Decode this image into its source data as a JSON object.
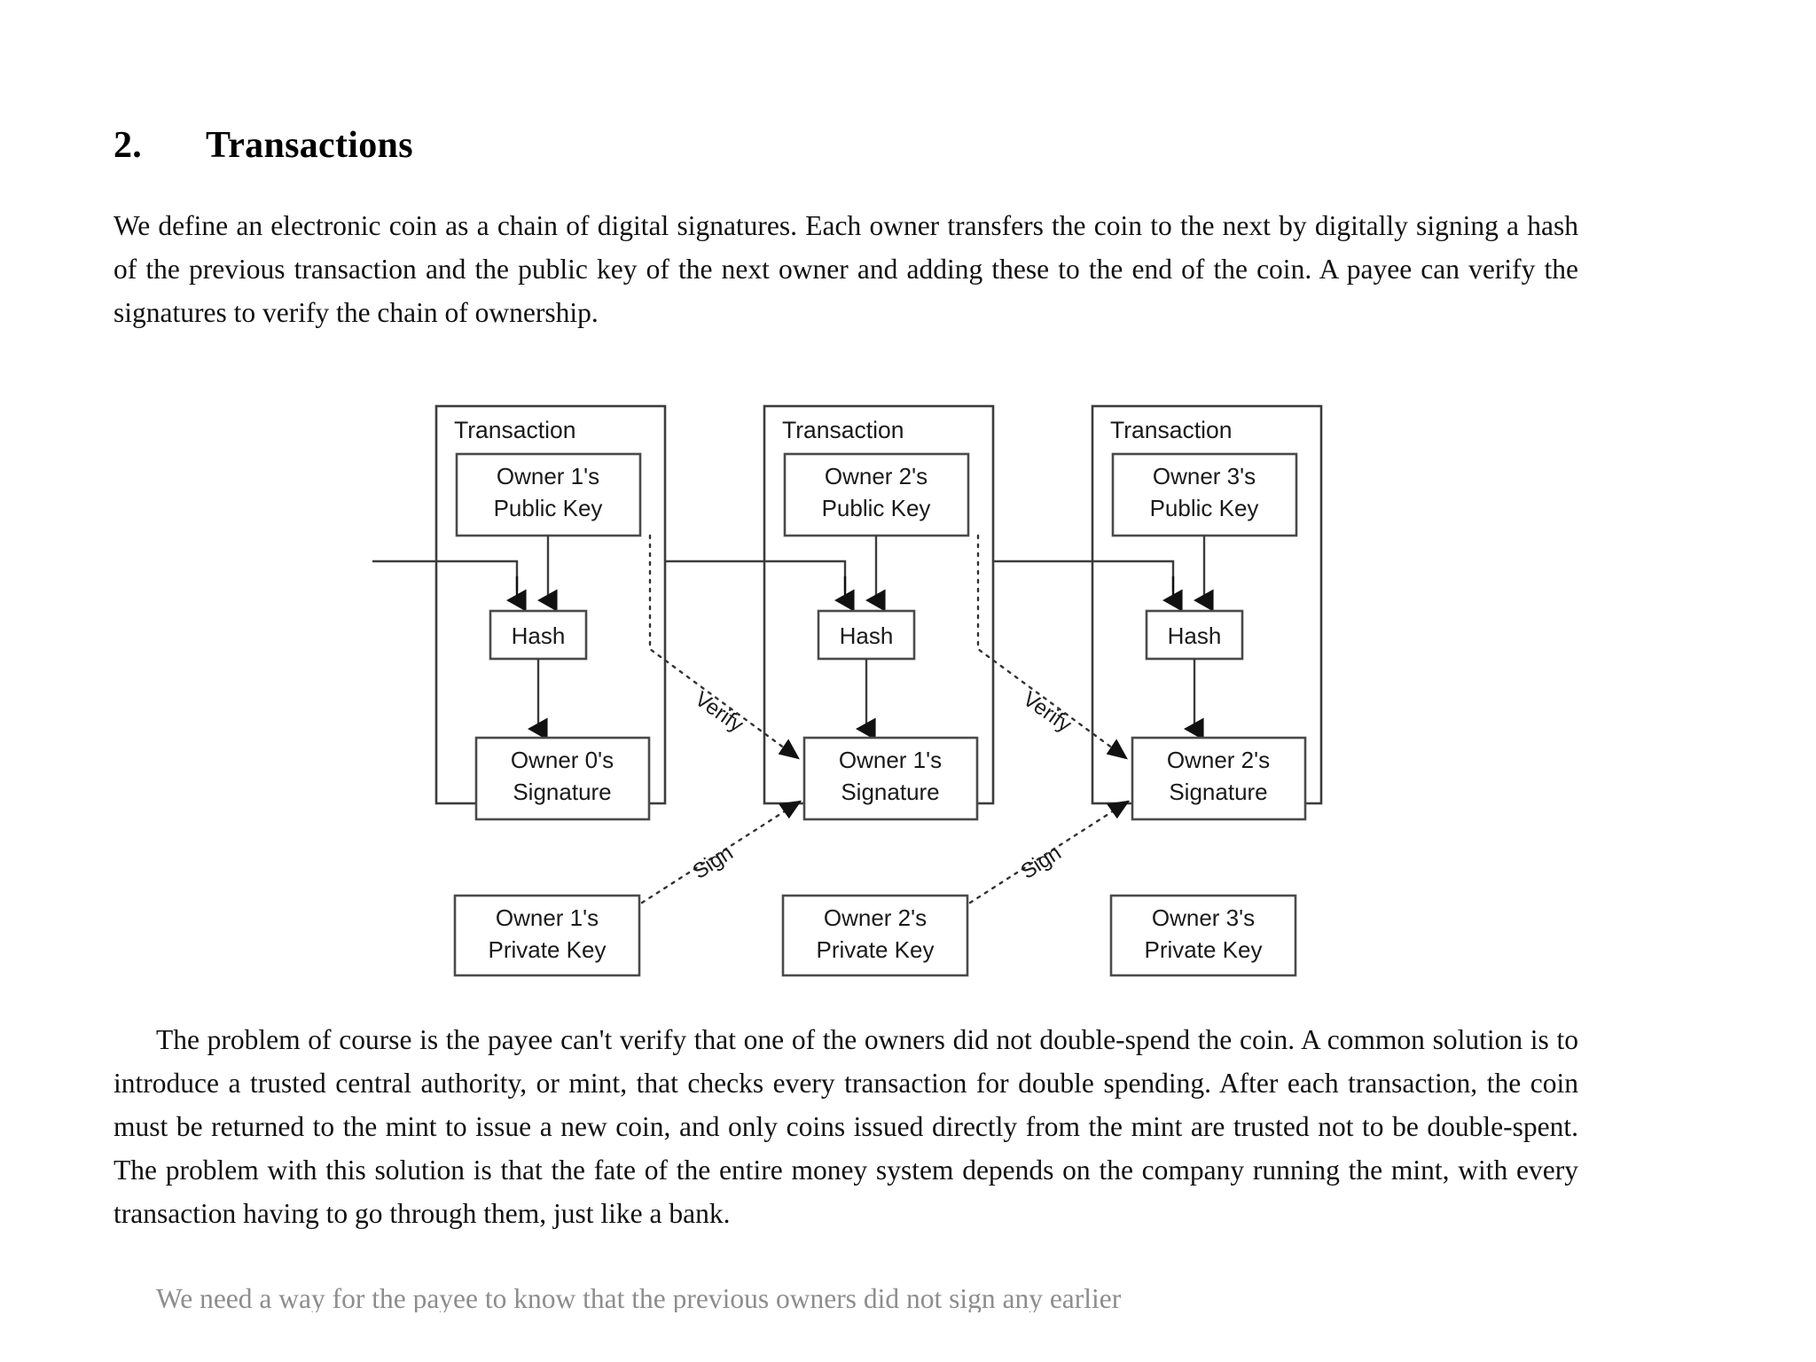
{
  "document": {
    "section_number": "2.",
    "section_title": "Transactions",
    "paragraph_1": "We define an electronic coin as a chain of digital signatures.  Each owner transfers the coin to the next by digitally signing a hash of the previous transaction and the public key of the next owner and adding these to the end of the coin.  A payee can verify the signatures to verify the chain of ownership.",
    "paragraph_2": "The problem of course is the payee can't verify that one of the owners did not double-spend the coin.  A common solution is to introduce a trusted central authority, or mint, that checks every transaction for double spending.  After each transaction, the coin must be returned to the mint to issue a new coin, and only coins issued directly from the mint are trusted not to be double-spent. The problem with this solution is that the fate of the entire money system depends on the company running the mint, with every transaction having to go through them, just like a bank.",
    "paragraph_3": "We need a way for the payee to know that the previous owners did not sign any earlier"
  },
  "diagram": {
    "columns": [
      {
        "frame_label": "Transaction",
        "public_key": "Owner 1's\nPublic Key",
        "public_key_line1": "Owner 1's",
        "public_key_line2": "Public Key",
        "hash": "Hash",
        "signature_line1": "Owner 0's",
        "signature_line2": "Signature",
        "private_key_line1": "Owner 1's",
        "private_key_line2": "Private Key"
      },
      {
        "frame_label": "Transaction",
        "public_key": "Owner 2's\nPublic Key",
        "public_key_line1": "Owner 2's",
        "public_key_line2": "Public Key",
        "hash": "Hash",
        "signature_line1": "Owner 1's",
        "signature_line2": "Signature",
        "private_key_line1": "Owner 2's",
        "private_key_line2": "Private Key"
      },
      {
        "frame_label": "Transaction",
        "public_key": "Owner 3's\nPublic Key",
        "public_key_line1": "Owner 3's",
        "public_key_line2": "Public Key",
        "hash": "Hash",
        "signature_line1": "Owner 2's",
        "signature_line2": "Signature",
        "private_key_line1": "Owner 3's",
        "private_key_line2": "Private Key"
      }
    ],
    "edge_labels": {
      "verify_1": "Verify",
      "verify_2": "Verify",
      "sign_1": "Sign",
      "sign_2": "Sign"
    },
    "colors": {
      "stroke": "#3c3c3c",
      "text": "#1a1a1a",
      "background": "#ffffff"
    }
  }
}
